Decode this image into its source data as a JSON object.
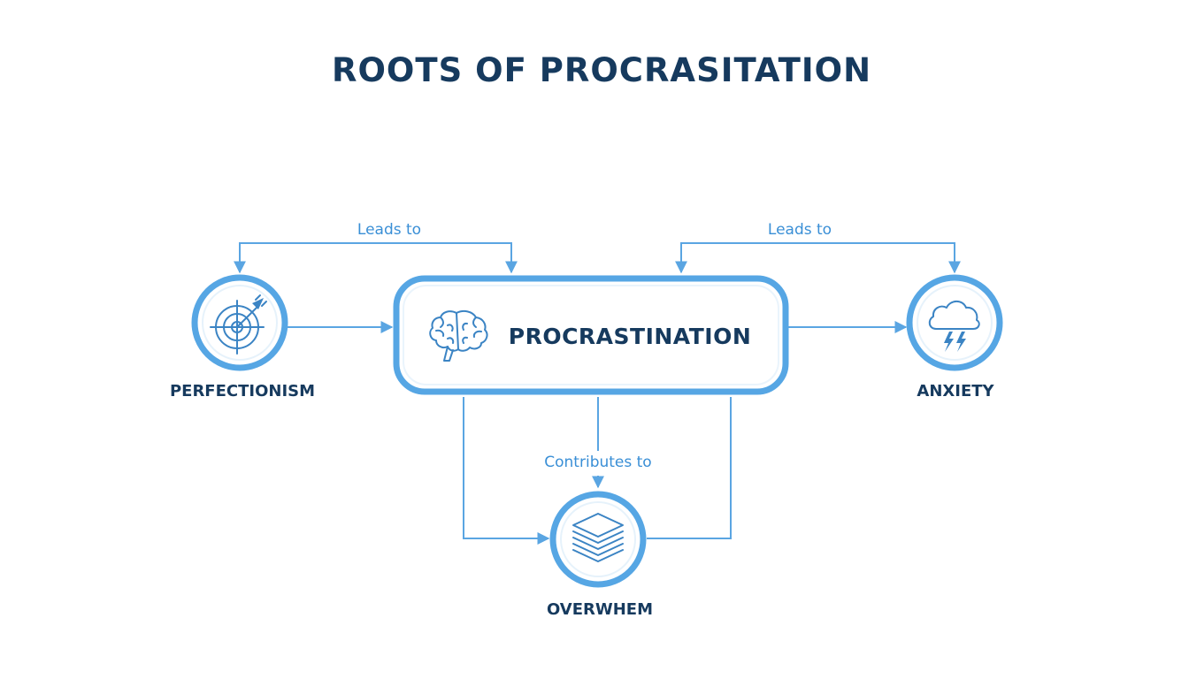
{
  "title": "ROOTS OF PROCRASITATION",
  "center": {
    "label": "PROCRASTINATION",
    "icon": "brain-icon"
  },
  "nodes": [
    {
      "id": "perfectionism",
      "label": "PERFECTIONISM",
      "icon": "target-arrow-icon"
    },
    {
      "id": "anxiety",
      "label": "ANXIETY",
      "icon": "storm-cloud-icon"
    },
    {
      "id": "overwhelm",
      "label": "OVERWHEM",
      "icon": "stacked-layers-icon"
    }
  ],
  "edge_labels": {
    "left": "Leads to",
    "right": "Leads to",
    "bottom": "Contributes to"
  },
  "colors": {
    "title": "#163a5e",
    "accent": "#56a6e4",
    "edge_label": "#3a8fd6",
    "icon": "#3b84c4"
  }
}
